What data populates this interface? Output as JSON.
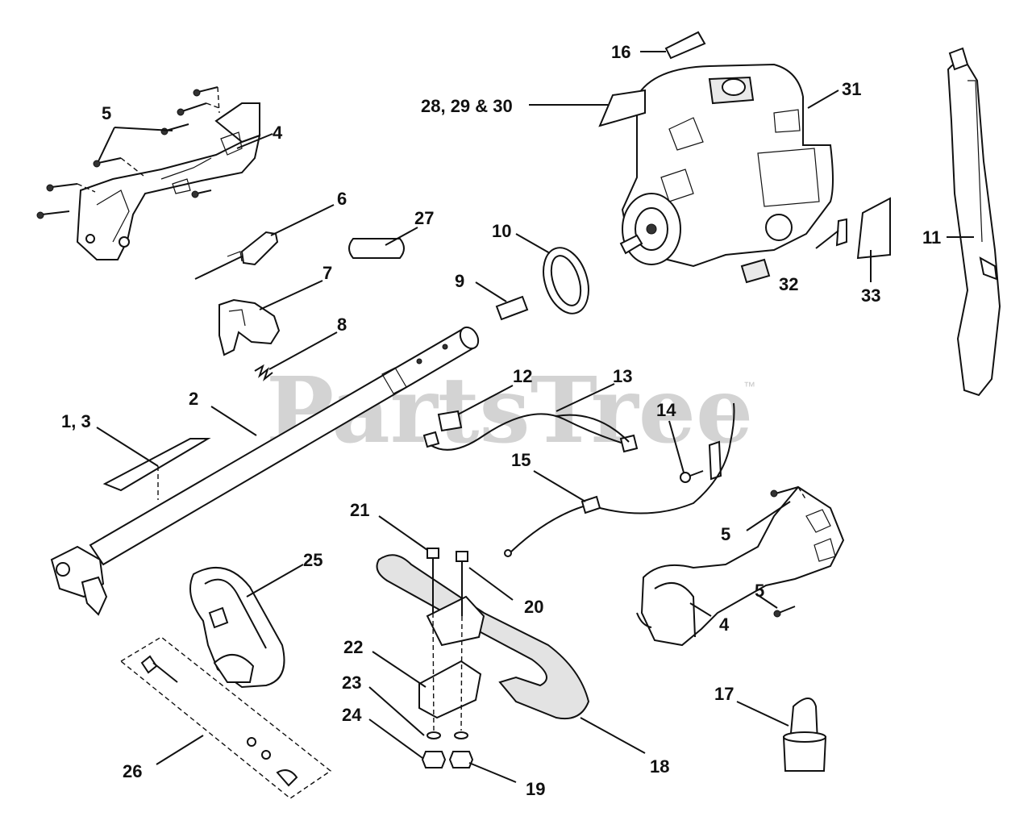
{
  "watermark": {
    "text": "PartsTree",
    "trademark": "™"
  },
  "callouts": [
    {
      "id": "c16",
      "text": "16"
    },
    {
      "id": "c28",
      "text": "28, 29 & 30"
    },
    {
      "id": "c31",
      "text": "31"
    },
    {
      "id": "c5a",
      "text": "5"
    },
    {
      "id": "c4a",
      "text": "4"
    },
    {
      "id": "c6",
      "text": "6"
    },
    {
      "id": "c27",
      "text": "27"
    },
    {
      "id": "c10",
      "text": "10"
    },
    {
      "id": "c7",
      "text": "7"
    },
    {
      "id": "c9",
      "text": "9"
    },
    {
      "id": "c8",
      "text": "8"
    },
    {
      "id": "c32",
      "text": "32"
    },
    {
      "id": "c33",
      "text": "33"
    },
    {
      "id": "c11",
      "text": "11"
    },
    {
      "id": "c12",
      "text": "12"
    },
    {
      "id": "c13",
      "text": "13"
    },
    {
      "id": "c2",
      "text": "2"
    },
    {
      "id": "c14",
      "text": "14"
    },
    {
      "id": "c1",
      "text": "1, 3"
    },
    {
      "id": "c15",
      "text": "15"
    },
    {
      "id": "c21",
      "text": "21"
    },
    {
      "id": "c5b",
      "text": "5"
    },
    {
      "id": "c25",
      "text": "25"
    },
    {
      "id": "c20",
      "text": "20"
    },
    {
      "id": "c5c",
      "text": "5"
    },
    {
      "id": "c4b",
      "text": "4"
    },
    {
      "id": "c22",
      "text": "22"
    },
    {
      "id": "c17",
      "text": "17"
    },
    {
      "id": "c23",
      "text": "23"
    },
    {
      "id": "c24",
      "text": "24"
    },
    {
      "id": "c18",
      "text": "18"
    },
    {
      "id": "c26",
      "text": "26"
    },
    {
      "id": "c19",
      "text": "19"
    }
  ]
}
